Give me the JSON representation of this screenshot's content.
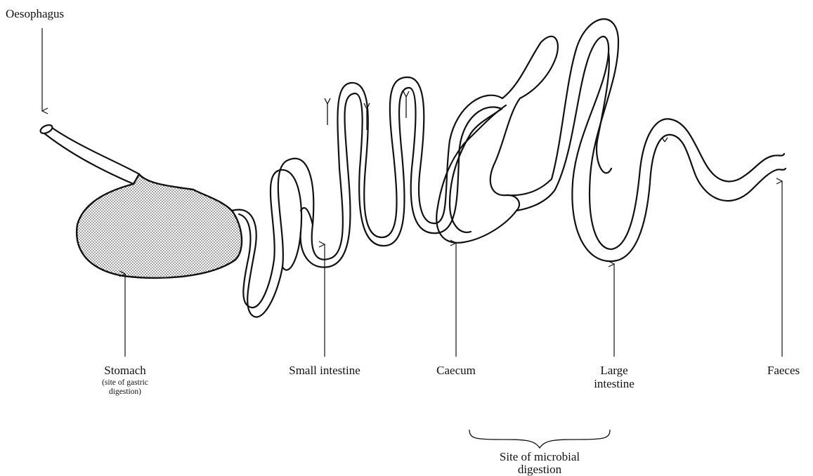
{
  "labels": {
    "oesophagus": "Oesophagus",
    "stomach": "Stomach",
    "stomach_note_1": "(site of gastric",
    "stomach_note_2": "digestion)",
    "small_intestine": "Small intestine",
    "caecum": "Caecum",
    "large_intestine_1": "Large",
    "large_intestine_2": "intestine",
    "faeces": "Faeces",
    "microbial_1": "Site of microbial",
    "microbial_2": "digestion"
  },
  "colors": {
    "ink": "#111111",
    "stipple": "#333333",
    "background": "#ffffff"
  }
}
